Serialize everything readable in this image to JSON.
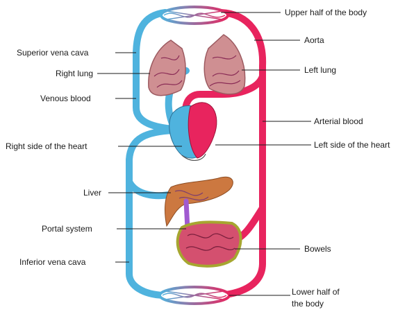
{
  "colors": {
    "venous": "#4fb3de",
    "arterial": "#e8245e",
    "lung": "#cf8f92",
    "liver": "#cc7840",
    "bowel": "#d4506f",
    "bowel_outline": "#a6a630",
    "leader": "#1a1a1a",
    "background": "#ffffff"
  },
  "labels": {
    "upper_body": "Upper half of the body",
    "aorta": "Aorta",
    "superior_vena_cava": "Superior vena cava",
    "right_lung": "Right lung",
    "left_lung": "Left lung",
    "venous_blood": "Venous blood",
    "arterial_blood": "Arterial blood",
    "right_heart": "Right side of the heart",
    "left_heart": "Left side of the heart",
    "liver": "Liver",
    "portal_system": "Portal system",
    "bowels": "Bowels",
    "inferior_vena_cava": "Inferior vena cava",
    "lower_body_line1": "Lower half of",
    "lower_body_line2": "the body"
  }
}
